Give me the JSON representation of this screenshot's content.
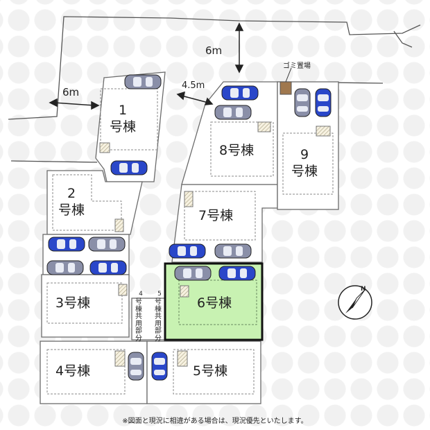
{
  "plan": {
    "lots": [
      {
        "key": "lot1",
        "number": "1",
        "suffix": "号棟"
      },
      {
        "key": "lot2",
        "number": "2",
        "suffix": "号棟"
      },
      {
        "key": "lot3",
        "label": "3号棟"
      },
      {
        "key": "lot4",
        "label": "4号棟"
      },
      {
        "key": "lot5",
        "label": "5号棟"
      },
      {
        "key": "lot6",
        "label": "6号棟",
        "highlighted": true
      },
      {
        "key": "lot7",
        "label": "7号棟"
      },
      {
        "key": "lot8",
        "label": "8号棟"
      },
      {
        "key": "lot9",
        "number": "9",
        "suffix": "号棟"
      }
    ],
    "road_widths": {
      "top": "6m",
      "west": "6m",
      "middle": "4.5m"
    },
    "garbage_area": "ゴミ置場",
    "shared_parts": {
      "left": {
        "number": "4",
        "text": "号棟共用部分"
      },
      "right": {
        "number": "5",
        "text": "号棟共用部分"
      }
    },
    "compass": {
      "letter": "N"
    },
    "colors": {
      "highlight_fill": "#c8f2b2",
      "highlight_border": "#111111",
      "garbage_area": "#a0784e",
      "car_blue": "#2a47c9",
      "car_gray": "#8a8fa8"
    },
    "note": "※図面と現況に相違がある場合は、現況優先といたします。"
  }
}
